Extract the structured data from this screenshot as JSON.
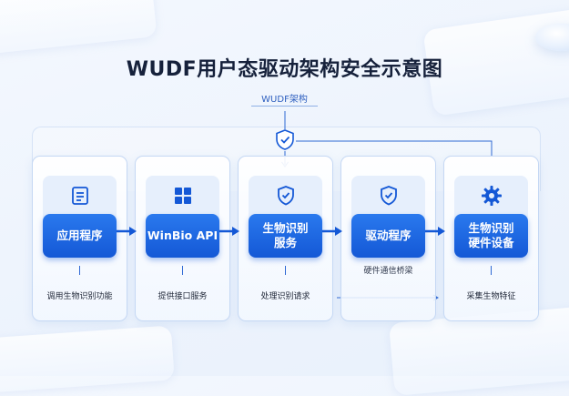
{
  "diagram": {
    "title": "WUDF用户态驱动架构安全示意图",
    "subtitle": "WUDF架构",
    "cards": [
      {
        "label": "应用程序",
        "icon": "document-icon",
        "note": "",
        "footer": "调用生物识别功能"
      },
      {
        "label": "WinBio API",
        "icon": "windows-logo-icon",
        "note": "",
        "footer": "提供接口服务"
      },
      {
        "label": "生物识别\n服务",
        "icon": "shield-check-icon",
        "note": "",
        "footer": "处理识别请求"
      },
      {
        "label": "驱动程序",
        "icon": "shield-check-icon",
        "note": "硬件通信桥梁",
        "footer": ""
      },
      {
        "label": "生物识别\n硬件设备",
        "icon": "gear-icon",
        "note": "",
        "footer": "采集生物特征"
      }
    ],
    "top_icon": "shield-check-icon",
    "colors": {
      "primary": "#1458d6",
      "primary_light": "#2a79ee",
      "tile": "#e6effc",
      "border": "#c5d8f4",
      "title": "#16213b"
    }
  }
}
